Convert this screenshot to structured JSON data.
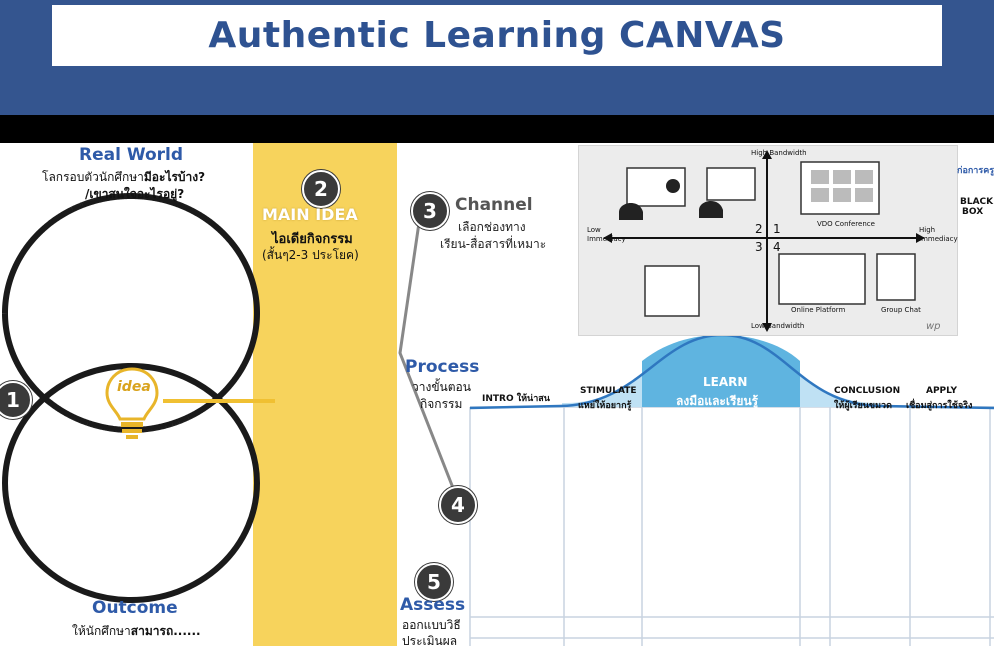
{
  "header": {
    "title": "Authentic Learning CANVAS"
  },
  "real_world": {
    "heading": "Real World",
    "line1_prefix": "โลกรอบตัวนักศึกษา",
    "line1_bold": "มีอะไรบ้าง?",
    "line2": "/เขาสนใจอะไรอยู่?"
  },
  "idea_label": "idea",
  "badges": {
    "one": "1",
    "two": "2",
    "three": "3",
    "four": "4",
    "five": "5"
  },
  "main_idea": {
    "heading": "MAIN IDEA",
    "line1": "ไอเดียกิจกรรม",
    "line2": "(สั้นๆ2-3 ประโยค)"
  },
  "channel": {
    "heading": "Channel",
    "line1": "เลือกช่องทาง",
    "line2": "เรียน-สื่อสารที่เหมาะ"
  },
  "channel_matrix": {
    "high_bandwidth": "High Bandwidth",
    "low_bandwidth": "Low Bandwidth",
    "low_immediacy": "Low Immediacy",
    "high_immediacy": "High Immediacy",
    "q1": "1",
    "q2": "2",
    "q3": "3",
    "q4": "4",
    "vdo_conference": "VDO Conference",
    "online_platform": "Online Platform",
    "group_chat": "Group Chat",
    "logo1": "ก่อการครู",
    "logo2_line1": "BLACK",
    "logo2_line2": "BOX",
    "signature": "wp"
  },
  "process": {
    "heading": "Process",
    "line1": "วางขั้นตอน",
    "line2": "กิจกรรม",
    "stages": [
      {
        "label": "INTRO ให้น่าสน",
        "sub": ""
      },
      {
        "label": "STIMULATE",
        "sub": "แหย่ให้อยากรู้"
      },
      {
        "label": "LEARN",
        "sub": "ลงมือและเรียนรู้"
      },
      {
        "label": "CONCLUSION",
        "sub": "ให้ผู้เรียนขมวด"
      },
      {
        "label": "APPLY",
        "sub": "เชื่อมสู่การใช้จริง"
      }
    ]
  },
  "assess": {
    "heading": "Assess",
    "line1": "ออกแบบวิธี",
    "line2": "ประเมินผล"
  },
  "outcome": {
    "heading": "Outcome",
    "line_prefix": "ให้นักศึกษา",
    "line_bold": "สามารถ......"
  },
  "colors": {
    "header_blue": "#34558f",
    "title_blue": "#2e5291",
    "yellow": "#f7d35c",
    "learn_blue": "#5fb4e0",
    "bell_light": "#bfe1f4"
  }
}
